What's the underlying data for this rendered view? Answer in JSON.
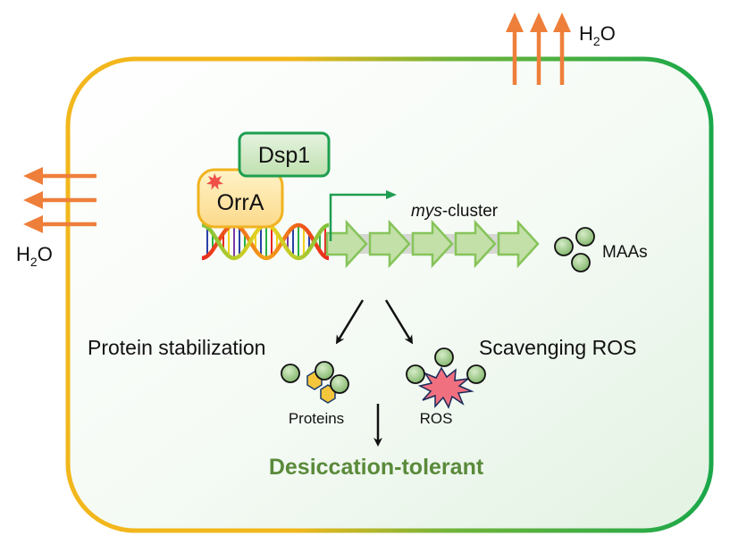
{
  "labels": {
    "dsp1": "Dsp1",
    "orra": "OrrA",
    "mys_italic": "mys",
    "mys_rest": "-cluster",
    "maas": "MAAs",
    "protein_stabilization": "Protein stabilization",
    "scavenging_ros": "Scavenging ROS",
    "proteins": "Proteins",
    "ros": "ROS",
    "outcome": "Desiccation-tolerant",
    "water_top_h": "H",
    "water_top_sub": "2",
    "water_top_o": "O",
    "water_left_h": "H",
    "water_left_sub": "2",
    "water_left_o": "O"
  },
  "colors": {
    "membrane_left": "#f2b71c",
    "membrane_right": "#1aa84a",
    "water_arrow": "#ee7f3a",
    "gene_arrow_fill": "#c3e0a8",
    "gene_arrow_stroke": "#86c45a",
    "dsp1_border": "#1e9e50",
    "orra_border": "#f0b320",
    "outcome_text": "#5a8a3a",
    "ros_burst": "#f07080",
    "hexagon": "#f3c63b",
    "maa_circle": "#8fbf78"
  },
  "gene_cluster_count": 5,
  "maa_count": 3
}
